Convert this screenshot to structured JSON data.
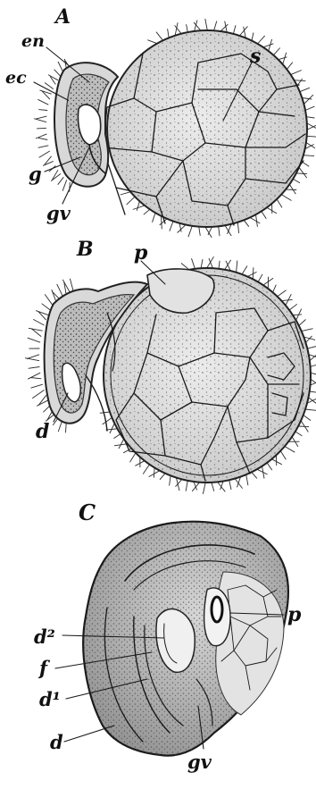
{
  "panels": [
    {
      "id": "A",
      "label": "A",
      "annotations": [
        "en",
        "ec",
        "s",
        "g",
        "gv"
      ]
    },
    {
      "id": "B",
      "label": "B",
      "annotations": [
        "p",
        "d"
      ]
    },
    {
      "id": "C",
      "label": "C",
      "annotations": [
        "p",
        "d²",
        "f",
        "d¹",
        "d",
        "gv"
      ]
    }
  ]
}
